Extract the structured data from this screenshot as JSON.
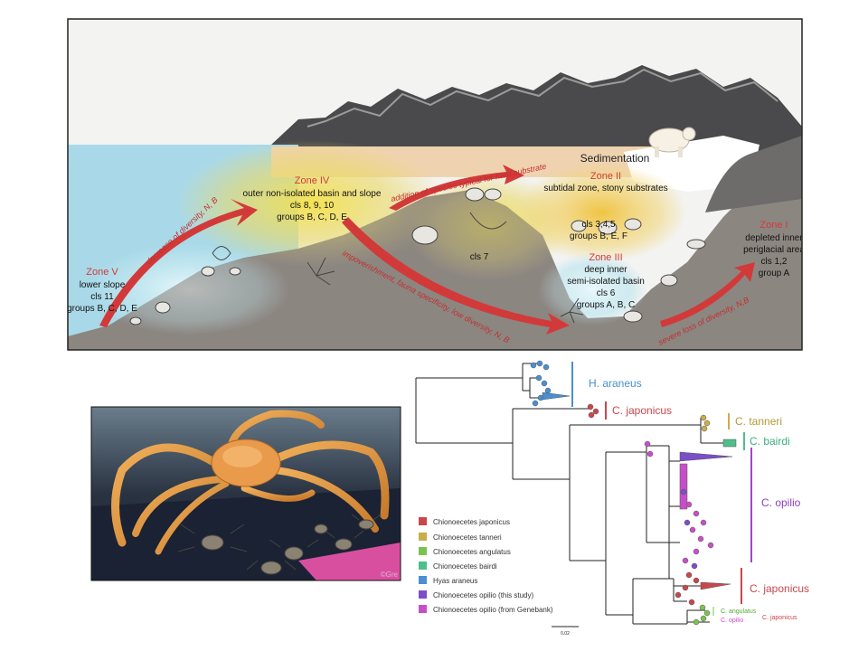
{
  "zone_diagram": {
    "sedimentation": "Sedimentation",
    "zone1": {
      "title": "Zone I",
      "lines": [
        "depleted inner",
        "periglacial area",
        "cls 1,2",
        "group A"
      ]
    },
    "zone2": {
      "title": "Zone II",
      "lines": [
        "subtidal zone, stony substrates",
        "cls 3,4,5",
        "groups B, E, F"
      ]
    },
    "zone3": {
      "title": "Zone III",
      "lines": [
        "deep inner",
        "semi-isolated basin",
        "cls 6",
        "groups A, B, C"
      ]
    },
    "zone4": {
      "title": "Zone IV",
      "lines": [
        "outer non-isolated  basin and slope",
        "cls 8, 9, 10",
        "groups B, C, D, E"
      ]
    },
    "zone5": {
      "title": "Zone V",
      "lines": [
        "lower slope",
        "cls 11",
        "groups B, C, D, E"
      ]
    },
    "cls7": "cls 7",
    "arrows": {
      "decrease": "decrease of diversity, N, B",
      "addition": "addition of species typical for hard substrate",
      "impoverishment": "impoverishment, fauna specificity, low diversity, N, B",
      "severe": "severe loss of diversity, N,B"
    },
    "colors": {
      "water": "#9fd4e6",
      "seabed": "#8c8580",
      "arrow": "#d23a3a",
      "zone_title": "#d23a3a"
    }
  },
  "photo": {
    "watermark": "©Gre"
  },
  "tree": {
    "clades": {
      "h_araneus": "H. araneus",
      "c_japonicus_top": "C. japonicus",
      "c_tanneri": "C. tanneri",
      "c_bairdi": "C. bairdi",
      "c_opilio": "C. opilio",
      "c_japonicus_bottom": "C. japonicus",
      "c_angulatus_small": "C. angulatus",
      "c_opilio_small": "C. opilio",
      "c_japonicus_small": "C. japonicus"
    },
    "scale": "0.02",
    "legend": [
      {
        "label": "Chionoecetes japonicus",
        "color": "#c8474d"
      },
      {
        "label": "Chionoecetes tanneri",
        "color": "#c9ad4a"
      },
      {
        "label": "Chionoecetes angulatus",
        "color": "#7cc24f"
      },
      {
        "label": "Chionoecetes bairdi",
        "color": "#4dbf8c"
      },
      {
        "label": "Hyas araneus",
        "color": "#4a8fd0"
      },
      {
        "label": "Chionoecetes opilio (this study)",
        "color": "#7a4fc8"
      },
      {
        "label": "Chionoecetes opilio (from Genebank)",
        "color": "#c64fc8"
      }
    ],
    "clade_colors": {
      "h_araneus": "#4a8fd0",
      "c_japonicus": "#c8474d",
      "c_tanneri": "#c9ad4a",
      "c_bairdi": "#4dbf8c",
      "c_opilio": "#7a4fc8",
      "c_angulatus": "#7cc24f"
    }
  }
}
